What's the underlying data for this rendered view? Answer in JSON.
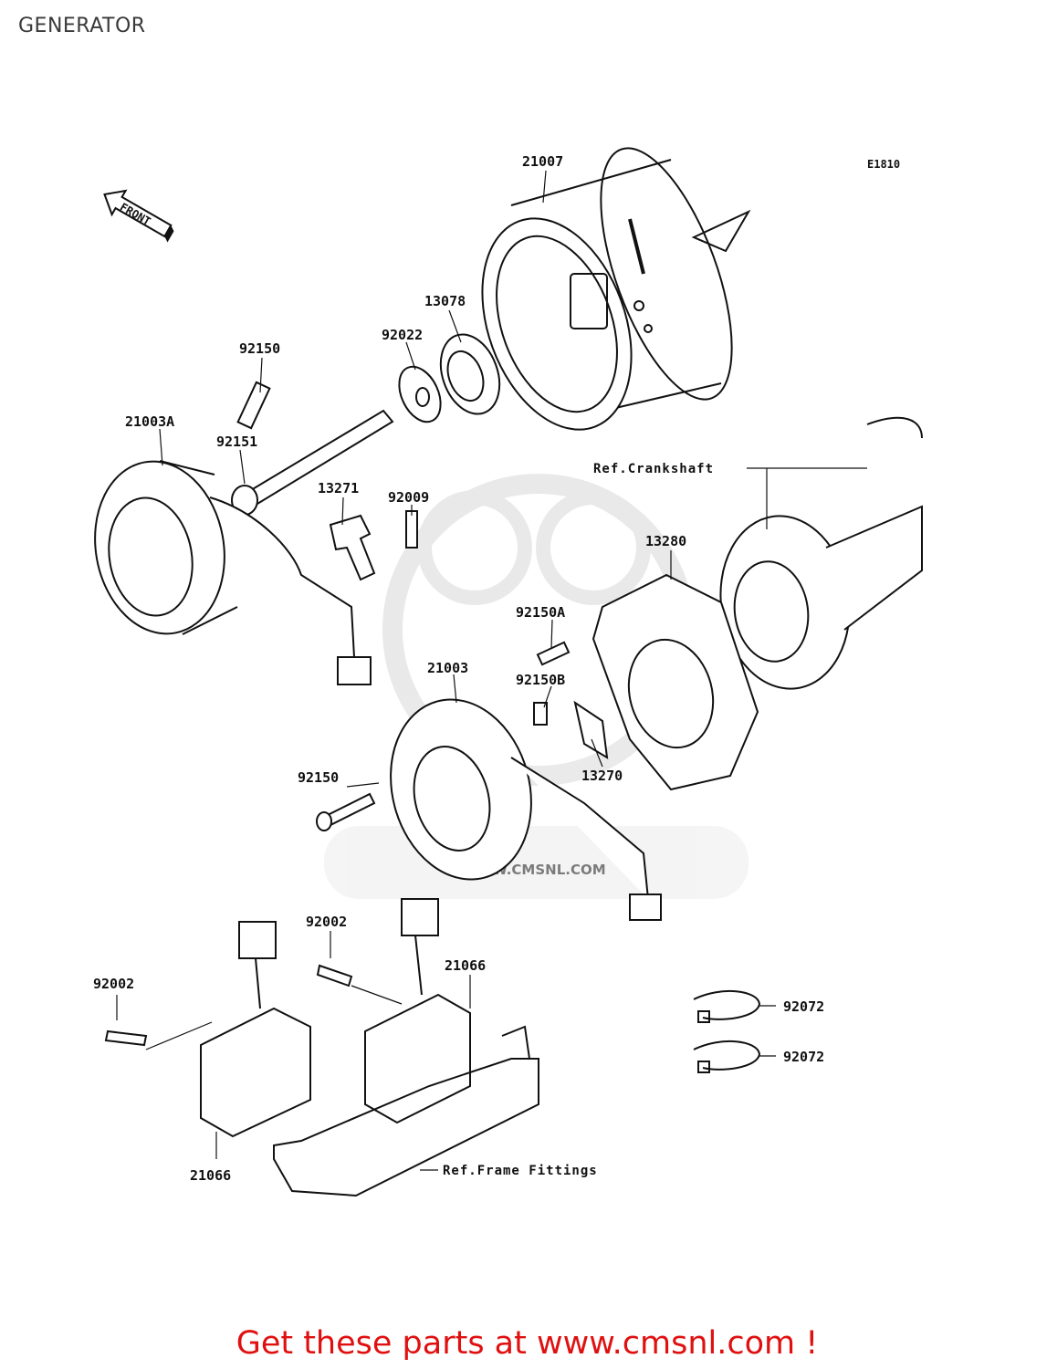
{
  "header": {
    "title": "GENERATOR"
  },
  "diagram": {
    "code": "E1810",
    "front_marker": "FRONT",
    "parts": [
      {
        "id": "21007"
      },
      {
        "id": "13078"
      },
      {
        "id": "92022"
      },
      {
        "id": "92150"
      },
      {
        "id": "21003A"
      },
      {
        "id": "92151"
      },
      {
        "id": "13271"
      },
      {
        "id": "92009"
      },
      {
        "id": "13280"
      },
      {
        "id": "92150A"
      },
      {
        "id": "21003"
      },
      {
        "id": "92150B"
      },
      {
        "id": "13270"
      },
      {
        "id": "92150"
      },
      {
        "id": "92002"
      },
      {
        "id": "21066"
      },
      {
        "id": "92002"
      },
      {
        "id": "92072"
      },
      {
        "id": "92072"
      },
      {
        "id": "21066"
      }
    ],
    "references": {
      "crankshaft": "Ref.Crankshaft",
      "frame_fittings": "Ref.Frame Fittings"
    },
    "watermark": "WWW.CMSNL.COM"
  },
  "footer": {
    "link_text": "Get these parts at www.cmsnl.com !"
  },
  "colors": {
    "line": "#111111",
    "footer": "#e01010",
    "watermark": "#d8d8d8"
  }
}
